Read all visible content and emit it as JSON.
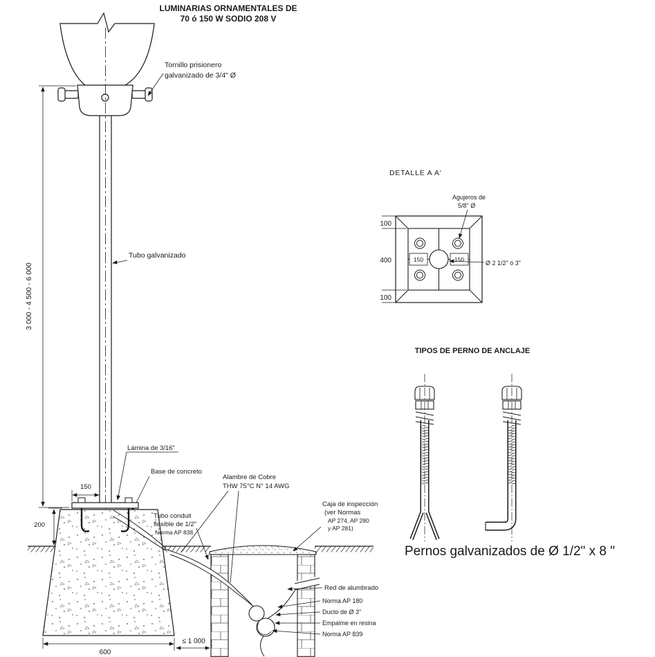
{
  "header": {
    "title_line1": "LUMINARIAS ORNAMENTALES DE",
    "title_line2": "70 ó 150 W SODIO 208 V"
  },
  "pole": {
    "tornillo_line1": "Tornillo prisionero",
    "tornillo_line2": "galvanizado de 3/4\" Ø",
    "tubo_label": "Tubo galvanizado",
    "height_dim": "3 000 - 4 500 - 6 000",
    "lamina_label": "Lámina de 3/16\"",
    "base_label": "Base de concreto",
    "dim_150": "150",
    "dim_200": "200",
    "dim_600": "600",
    "dim_1000": "≤ 1 000"
  },
  "caja": {
    "alambre_line1": "Alambre de Cobre",
    "alambre_line2": "THW 75°C  N° 14 AWG",
    "conduit_line1": "Tubo conduit",
    "conduit_line2": "flexible de 1/2\"",
    "conduit_line3": "Norma AP 838",
    "inspeccion_line1": "Caja de inspección",
    "inspeccion_line2": "(ver Normas",
    "inspeccion_line3": "AP 274, AP 280",
    "inspeccion_line4": "y AP 281)",
    "red_label": "Red de alumbrado",
    "ap180_label": "Norma AP 180",
    "ducto_label": "Ducto de Ø 3\"",
    "empalme_label": "Empalme en resina",
    "ap839_label": "Norma AP 839"
  },
  "detalle": {
    "title": "DETALLE A A'",
    "agujeros_line1": "Agujeros de",
    "agujeros_line2": "5/8\" Ø",
    "dim_100_top": "100",
    "dim_400": "400",
    "dim_100_bottom": "100",
    "dim_150_left": "150",
    "dim_150_right": "150",
    "center_label": "Ø 2 1/2\" ó 3\""
  },
  "pernos": {
    "title": "TIPOS DE PERNO DE ANCLAJE",
    "caption": "Pernos galvanizados de Ø 1/2\" x 8 \""
  },
  "colors": {
    "ink": "#1a1a1a",
    "paper": "#ffffff"
  }
}
